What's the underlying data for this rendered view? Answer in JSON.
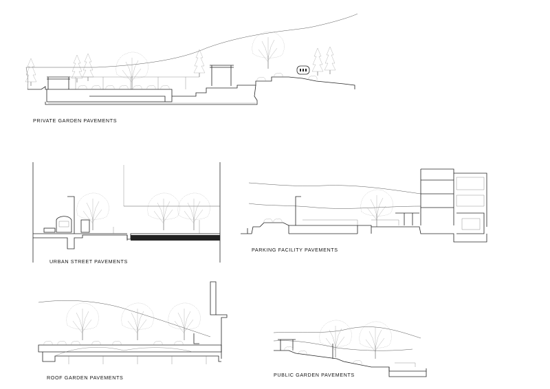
{
  "sections": [
    {
      "id": "private-garden",
      "caption": "PRIVATE  GARDEN  PAVEMENTS"
    },
    {
      "id": "urban-street",
      "caption": "URBAN  STREET  PAVEMENTS"
    },
    {
      "id": "parking-facility",
      "caption": "PARKING FACILITY  PAVEMENTS"
    },
    {
      "id": "roof-garden",
      "caption": "ROOF  GARDEN  PAVEMENTS"
    },
    {
      "id": "public-garden",
      "caption": "PUBLIC  GARDEN  PAVEMENTS"
    }
  ]
}
